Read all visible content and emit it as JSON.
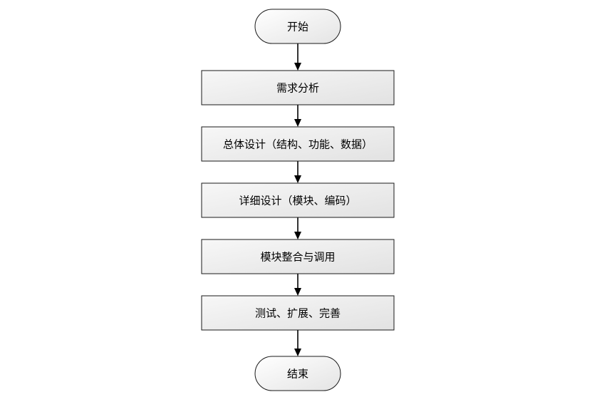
{
  "flowchart": {
    "start": "开始",
    "steps": [
      "需求分析",
      "总体设计（结构、功能、数据）",
      "详细设计（模块、编码）",
      "模块整合与调用",
      "测试、扩展、完善"
    ],
    "end": "结束"
  }
}
